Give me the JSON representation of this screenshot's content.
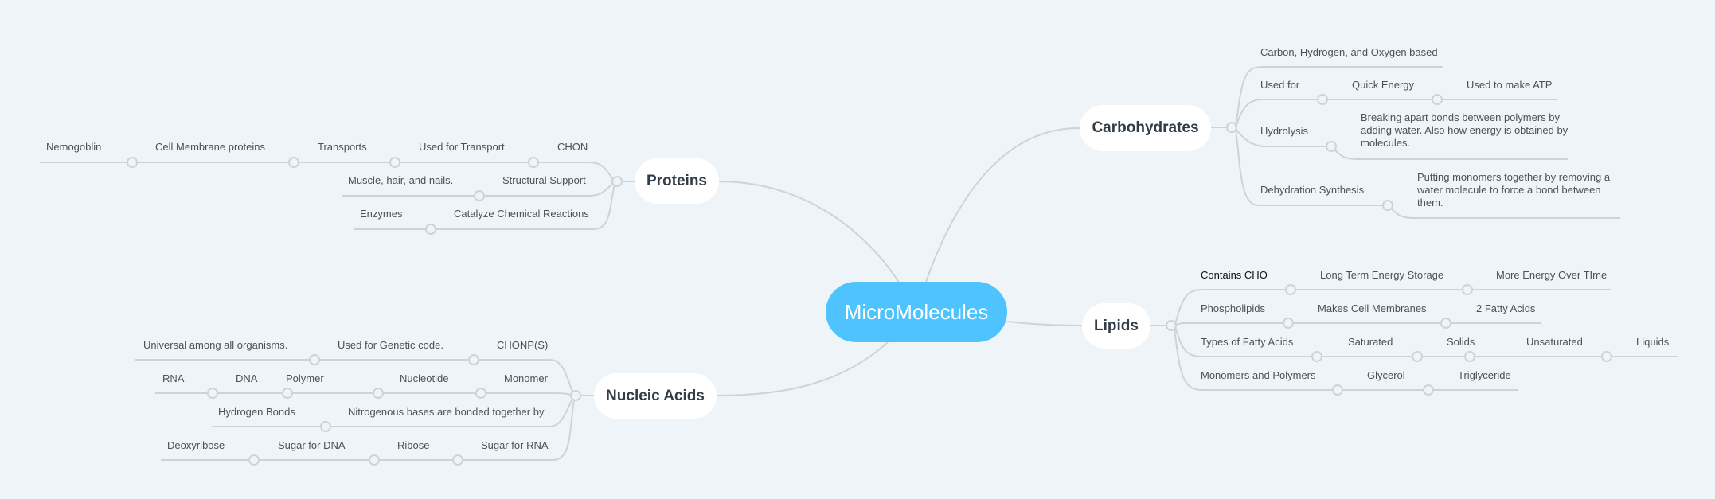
{
  "central_topic": "MicroMolecules",
  "colors": {
    "background": "#eff4f8",
    "central_fill": "#4fc3fd",
    "topic_fill": "#ffffff",
    "connector": "#cfd3d7",
    "topic_text": "#333d47",
    "label_text": "#4a5259"
  },
  "carbohydrates": {
    "title": "Carbohydrates",
    "branches": [
      {
        "label": "Carbon, Hydrogen, and Oxygen based"
      },
      {
        "label": "Used for",
        "children": [
          "Quick Energy",
          "Used to make ATP"
        ]
      },
      {
        "label": "Hydrolysis",
        "detail": "Breaking apart bonds between polymers by adding water. Also how energy is obtained by molecules."
      },
      {
        "label": "Dehydration Synthesis",
        "detail": "Putting monomers together by removing a water molecule to force a bond between them."
      }
    ]
  },
  "lipids": {
    "title": "Lipids",
    "branches": [
      {
        "label": "Contains CHO",
        "children": [
          "Long Term Energy Storage",
          "More Energy Over TIme"
        ]
      },
      {
        "label": "Phospholipids",
        "children": [
          "Makes Cell Membranes",
          "2 Fatty Acids"
        ]
      },
      {
        "label": "Types of Fatty Acids",
        "children": [
          "Saturated",
          "Solids",
          "Unsaturated",
          "Liquids"
        ]
      },
      {
        "label": "Monomers and Polymers",
        "children": [
          "Glycerol",
          "Triglyceride"
        ]
      }
    ]
  },
  "proteins": {
    "title": "Proteins",
    "branches": [
      {
        "label": "CHON",
        "children": [
          "Used for Transport",
          "Transports",
          "Cell Membrane proteins",
          "Nemogoblin"
        ]
      },
      {
        "label": "Structural Support",
        "children": [
          "Muscle, hair, and nails."
        ]
      },
      {
        "label": "Catalyze Chemical Reactions",
        "children": [
          "Enzymes"
        ]
      }
    ]
  },
  "nucleic_acids": {
    "title": "Nucleic Acids",
    "branches": [
      {
        "label": "CHONP(S)",
        "children": [
          "Used for Genetic code.",
          "Universal among all organisms."
        ]
      },
      {
        "label": "Monomer",
        "children": [
          "Nucleotide",
          "Polymer",
          "DNA",
          "RNA"
        ]
      },
      {
        "label": "Nitrogenous bases are bonded together by",
        "children": [
          "Hydrogen Bonds"
        ]
      },
      {
        "label": "Sugar for RNA",
        "children": [
          "Ribose",
          "Sugar for DNA",
          "Deoxyribose"
        ]
      }
    ]
  }
}
